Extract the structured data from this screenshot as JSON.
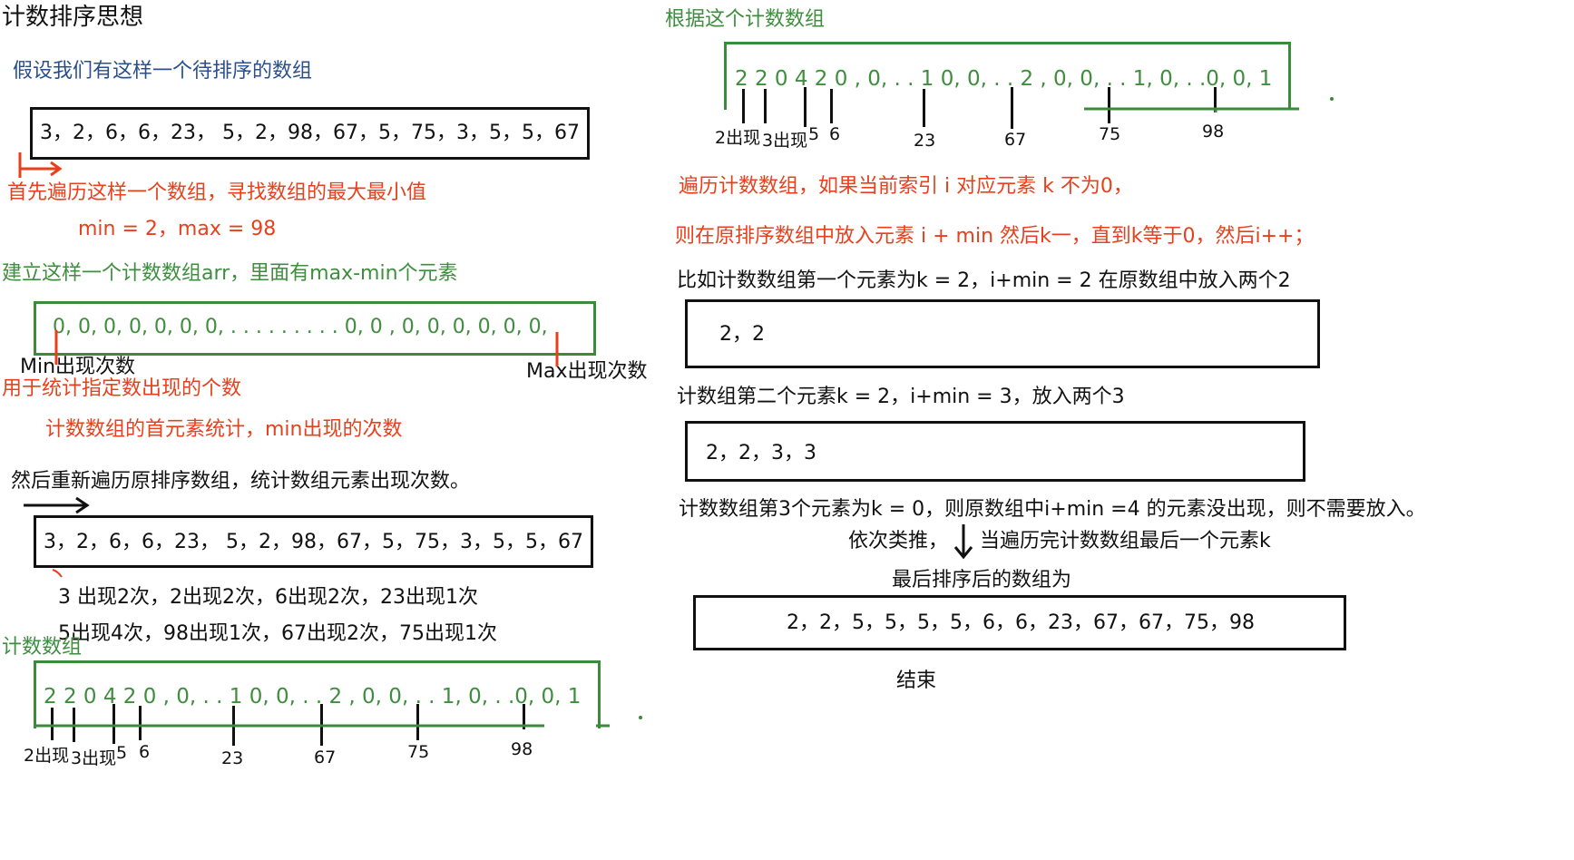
{
  "left": {
    "title": "计数排序思想",
    "assume": "假设我们有这样一个待排序的数组",
    "array": "3，2，6，6，23， 5，2，98，67，5，75，3，5，5，67",
    "step1": "首先遍历这样一个数组，寻找数组的最大最小值",
    "minmax": "min = 2，max = 98",
    "step2": "建立这样一个计数数组arr，里面有max-min个元素",
    "zeros": "0, 0, 0, 0,  0,  0,  0,  . . . . . . . . . 0, 0 , 0, 0, 0, 0, 0, 0,",
    "min_label": "Min出现次数",
    "max_label": "Max出现次数",
    "purpose": "用于统计指定数出现的个数",
    "first_elem": "计数数组的首元素统计，min出现的次数",
    "recount": "然后重新遍历原排序数组，统计数组元素出现次数。",
    "array2": "3，2，6，6，23， 5，2，98，67，5，75，3，5，5，67",
    "occ1": "3 出现2次，2出现2次，6出现2次，23出现1次",
    "occ2": "5出现4次，98出现1次，67出现2次，75出现1次",
    "count_title": "计数数组",
    "count_values": "2  2 0  4  2  0 , 0, . . 1  0, 0,  . . 2 , 0, 0, . . 1, 0, . .0, 0, 1",
    "marks": {
      "a": "2出现",
      "b": "3出现",
      "c": "5",
      "d": "6",
      "e": "23",
      "f": "67",
      "g": "75",
      "h": "98"
    }
  },
  "right": {
    "heading": "根据这个计数数组",
    "count_values": "2  2 0  4  2  0 , 0, . . 1  0, 0,  . . 2 , 0, 0, . . 1, 0, . .0, 0, 1",
    "marks": {
      "a": "2出现",
      "b": "3出现",
      "c": "5",
      "d": "6",
      "e": "23",
      "f": "67",
      "g": "75",
      "h": "98"
    },
    "rule1": "遍历计数数组，如果当前索引 i 对应元素 k 不为0，",
    "rule2": "则在原排序数组中放入元素 i + min    然后k一，直到k等于0，然后i++；",
    "example1": "比如计数数组第一个元素为k = 2，i+min = 2  在原数组中放入两个2",
    "result1": "2，2",
    "example2": "计数组第二个元素k = 2，i+min = 3，放入两个3",
    "result2": "2，2，3，3",
    "example3": "计数数组第3个元素为k = 0，则原数组中i+min =4 的元素没出现，则不需要放入。",
    "etc_a": "依次类推，",
    "etc_b": "当遍历完计数数组最后一个元素k",
    "final_label": "最后排序后的数组为",
    "final_array": "2，2，5，5，5，5，6，6，23，67，67，75，98",
    "end": "结束"
  },
  "colors": {
    "red": "#e8401c",
    "green": "#3c8a3c",
    "blue": "#2b4f8c",
    "black": "#111111"
  }
}
